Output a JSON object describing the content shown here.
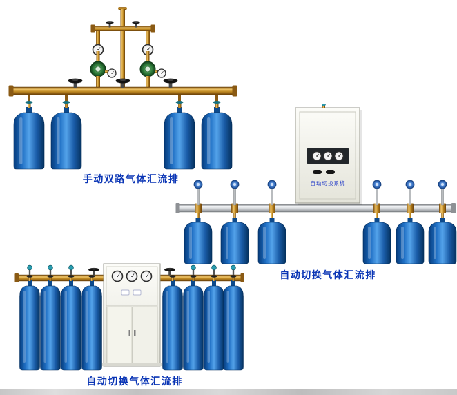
{
  "page": {
    "background": "#ffffff",
    "description": "Product collage of three gas-cylinder manifold systems with blue Chinese captions"
  },
  "colors": {
    "caption_text": "#0a35b5",
    "cabinet_label": "#2840c8",
    "footer_strip": "#d0d0d0",
    "cylinder_blue": "#1f6fc4",
    "brass_pipe": "#c08a22",
    "silver_pipe": "#c2c5c9",
    "cabinet_body": "#efefe7",
    "regulator_green": "#2f7d3a",
    "valve_teal": "#2a9db0",
    "blue_cap_valve": "#3d77c8"
  },
  "figures": [
    {
      "caption": "手动双路气体汇流排",
      "cylinder_count": 4,
      "components": [
        "brass header pipe",
        "dual pressure regulators with gauges",
        "three valve handwheels",
        "four blue gas cylinders"
      ]
    },
    {
      "caption": "自动切换气体汇流排",
      "cabinet_label": "自动切换系统",
      "gauge_count": 3,
      "cylinder_count": 6,
      "components": [
        "wall-mounted control cabinet",
        "three panel gauges",
        "silver manifold pipe",
        "blue cap valves",
        "six blue gas cylinders"
      ]
    },
    {
      "caption": "自动切换气体汇流排",
      "gauge_count": 3,
      "cylinder_count": 8,
      "components": [
        "floor control cabinet with double doors",
        "three panel gauges",
        "brass manifold pipes",
        "valve handwheels",
        "eight blue gas cylinders"
      ]
    }
  ]
}
